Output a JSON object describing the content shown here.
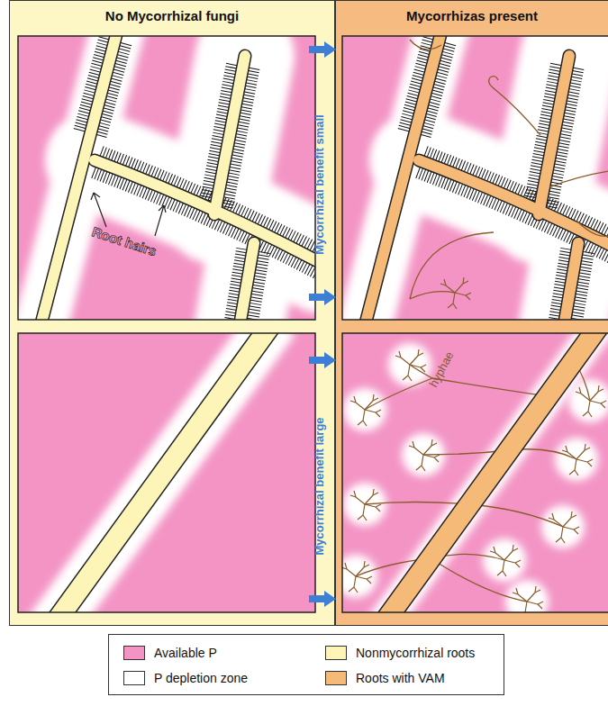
{
  "diagram": {
    "nodes": [
      {
        "text": [
          "No Mycorrhizal fungi"
        ]
      },
      {
        "text": [
          "Mycorrhizas present"
        ]
      }
    ],
    "labels": [
      "Root hairs",
      "Mycorrhizal benefit small",
      "Mycorrhizal benefit large",
      "hyphae"
    ],
    "legend": [
      {
        "text": "Available P",
        "color": "#f394c5"
      },
      {
        "text": "P depletion zone",
        "color": "#ffffff"
      },
      {
        "text": "Nonmycorrhizal roots",
        "color": "#fdf5b8"
      },
      {
        "text": "Roots with VAM",
        "color": "#f5b978"
      }
    ]
  }
}
